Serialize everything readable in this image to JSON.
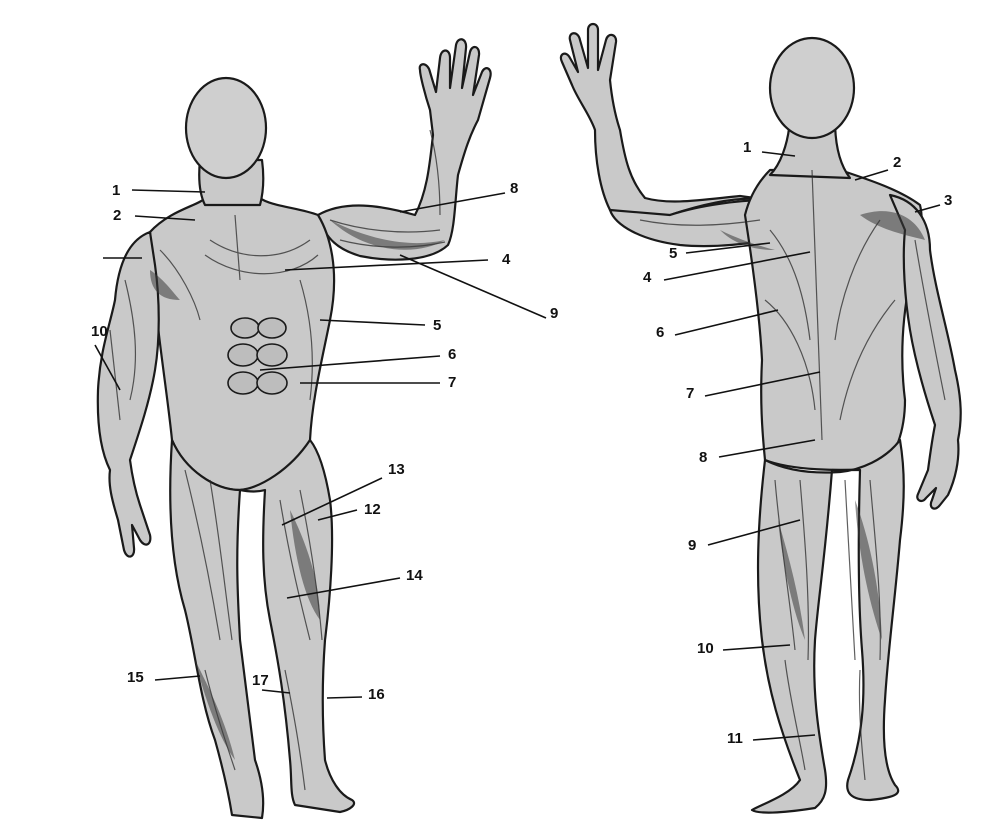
{
  "front_view": {
    "labels": [
      "1",
      "2",
      "4",
      "5",
      "6",
      "7",
      "8",
      "9",
      "10",
      "12",
      "13",
      "14",
      "15",
      "16",
      "17"
    ]
  },
  "back_view": {
    "labels": [
      "1",
      "2",
      "3",
      "4",
      "5",
      "6",
      "7",
      "8",
      "9",
      "10",
      "11"
    ]
  },
  "colors": {
    "skin": "#c9c9c9",
    "outline": "#1a1a1a",
    "background": "#ffffff"
  }
}
